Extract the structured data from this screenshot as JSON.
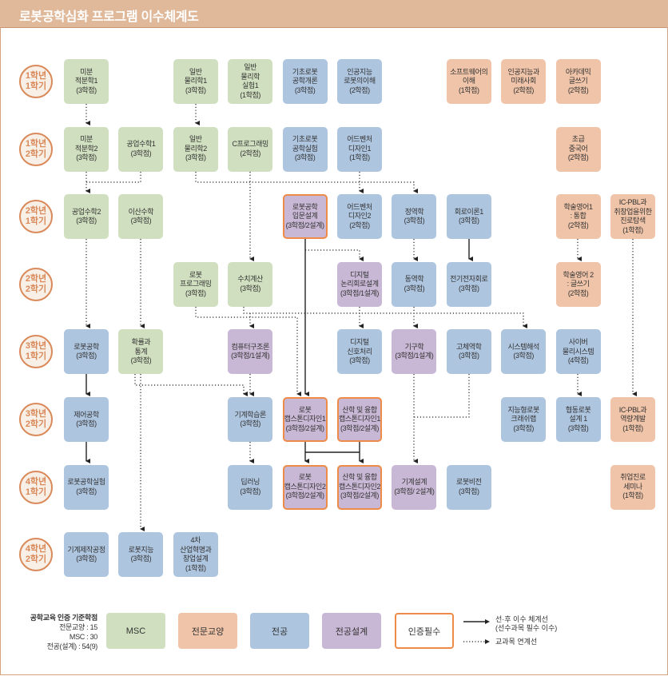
{
  "title": "로봇공학심화 프로그램 이수체계도",
  "semesters": [
    "1학년\n1학기",
    "1학년\n2학기",
    "2학년\n1학기",
    "2학년\n2학기",
    "3학년\n1학기",
    "3학년\n2학기",
    "4학년\n1학기",
    "4학년\n2학기"
  ],
  "colors": {
    "msc": "#d0dfbf",
    "liberal": "#f0c4a9",
    "major": "#aec5df",
    "design": "#c9b8d5",
    "required_border": "#ef8b48",
    "header": "#e0b89a"
  },
  "courses": [
    {
      "sem": 0,
      "title": "미분\n적분학1",
      "credit": "(3학점)",
      "cat": "msc"
    },
    {
      "sem": 0,
      "title": "일반\n물리학1",
      "credit": "(3학점)",
      "cat": "msc"
    },
    {
      "sem": 0,
      "title": "일반\n물리학\n실험1",
      "credit": "(1학점)",
      "cat": "msc"
    },
    {
      "sem": 0,
      "title": "기초로봇\n공학개론",
      "credit": "(3학점)",
      "cat": "major"
    },
    {
      "sem": 0,
      "title": "인공지능\n로봇의이해",
      "credit": "(2학점)",
      "cat": "major"
    },
    {
      "sem": 0,
      "title": "소프트웨어의\n이해",
      "credit": "(1학점)",
      "cat": "lib"
    },
    {
      "sem": 0,
      "title": "인공지능과\n미래사회",
      "credit": "(2학점)",
      "cat": "lib"
    },
    {
      "sem": 0,
      "title": "아카데믹\n글쓰기",
      "credit": "(2학점)",
      "cat": "lib"
    },
    {
      "sem": 1,
      "title": "미분\n적분학2",
      "credit": "(3학점)",
      "cat": "msc"
    },
    {
      "sem": 1,
      "title": "공업수학1",
      "credit": "(3학점)",
      "cat": "msc"
    },
    {
      "sem": 1,
      "title": "일반\n물리학2",
      "credit": "(3학점)",
      "cat": "msc"
    },
    {
      "sem": 1,
      "title": "C프로그래밍",
      "credit": "(2학점)",
      "cat": "msc"
    },
    {
      "sem": 1,
      "title": "기초로봇\n공학실험",
      "credit": "(3학점)",
      "cat": "major"
    },
    {
      "sem": 1,
      "title": "어드벤처\n디자인1",
      "credit": "(1학점)",
      "cat": "major"
    },
    {
      "sem": 1,
      "title": "초급\n중국어",
      "credit": "(2학점)",
      "cat": "lib"
    },
    {
      "sem": 2,
      "title": "공업수학2",
      "credit": "(3학점)",
      "cat": "msc"
    },
    {
      "sem": 2,
      "title": "이산수학",
      "credit": "(3학점)",
      "cat": "msc"
    },
    {
      "sem": 2,
      "title": "로봇공학\n입문설계",
      "credit": "(3학점/2설계)",
      "cat": "design",
      "required": true
    },
    {
      "sem": 2,
      "title": "어드벤처\n디자인2",
      "credit": "(2학점)",
      "cat": "major"
    },
    {
      "sem": 2,
      "title": "정역학",
      "credit": "(3학점)",
      "cat": "major"
    },
    {
      "sem": 2,
      "title": "회로이론1",
      "credit": "(3학점)",
      "cat": "major"
    },
    {
      "sem": 2,
      "title": "학술영어1\n: 통합",
      "credit": "(2학점)",
      "cat": "lib"
    },
    {
      "sem": 2,
      "title": "IC-PBL과\n취창업을위한\n진로탐색",
      "credit": "(1학점)",
      "cat": "lib"
    },
    {
      "sem": 3,
      "title": "로봇\n프로그래밍",
      "credit": "(3학점)",
      "cat": "msc"
    },
    {
      "sem": 3,
      "title": "수치계산",
      "credit": "(3학점)",
      "cat": "msc"
    },
    {
      "sem": 3,
      "title": "디지털\n논리회로설계",
      "credit": "(3학점/1설계)",
      "cat": "design"
    },
    {
      "sem": 3,
      "title": "동역학",
      "credit": "(3학점)",
      "cat": "major"
    },
    {
      "sem": 3,
      "title": "전기전자회로",
      "credit": "(3학점)",
      "cat": "major"
    },
    {
      "sem": 3,
      "title": "학술영어 2\n: 글쓰기",
      "credit": "(2학점)",
      "cat": "lib"
    },
    {
      "sem": 4,
      "title": "로봇공학",
      "credit": "(3학점)",
      "cat": "major"
    },
    {
      "sem": 4,
      "title": "확률과\n통계",
      "credit": "(3학점)",
      "cat": "msc"
    },
    {
      "sem": 4,
      "title": "컴퓨터구조론",
      "credit": "(3학점/1설계)",
      "cat": "design"
    },
    {
      "sem": 4,
      "title": "디지털\n신호처리",
      "credit": "(3학점)",
      "cat": "major"
    },
    {
      "sem": 4,
      "title": "기구학",
      "credit": "(3학점/1설계)",
      "cat": "design"
    },
    {
      "sem": 4,
      "title": "고체역학",
      "credit": "(3학점)",
      "cat": "major"
    },
    {
      "sem": 4,
      "title": "시스템해석",
      "credit": "(3학점)",
      "cat": "major"
    },
    {
      "sem": 4,
      "title": "사이버\n물리시스템",
      "credit": "(4학점)",
      "cat": "major"
    },
    {
      "sem": 5,
      "title": "제어공학",
      "credit": "(3학점)",
      "cat": "major"
    },
    {
      "sem": 5,
      "title": "기계학습론",
      "credit": "(3학점)",
      "cat": "major"
    },
    {
      "sem": 5,
      "title": "로봇\n캡스톤디자인1",
      "credit": "(3학점/2설계)",
      "cat": "design",
      "required": true
    },
    {
      "sem": 5,
      "title": "산학 및 융합\n캡스톤디자인1",
      "credit": "(3학점/2설계)",
      "cat": "design",
      "required": true
    },
    {
      "sem": 5,
      "title": "지능형로봇\n크래쉬랩",
      "credit": "(3학점)",
      "cat": "major"
    },
    {
      "sem": 5,
      "title": "협동로봇\n설계 1",
      "credit": "(3학점)",
      "cat": "major"
    },
    {
      "sem": 5,
      "title": "IC-PBL과\n역량계발",
      "credit": "(1학점)",
      "cat": "lib"
    },
    {
      "sem": 6,
      "title": "로봇공학실험",
      "credit": "(3학점)",
      "cat": "major"
    },
    {
      "sem": 6,
      "title": "딥러닝",
      "credit": "(3학점)",
      "cat": "major"
    },
    {
      "sem": 6,
      "title": "로봇\n캡스톤디자인2",
      "credit": "(3학점/2설계)",
      "cat": "design",
      "required": true
    },
    {
      "sem": 6,
      "title": "산학 및 융합\n캡스톤디자인2",
      "credit": "(3학점/2설계)",
      "cat": "design",
      "required": true
    },
    {
      "sem": 6,
      "title": "기계설계",
      "credit": "(3학점/ 2설계)",
      "cat": "design"
    },
    {
      "sem": 6,
      "title": "로봇비전",
      "credit": "(3학점)",
      "cat": "major"
    },
    {
      "sem": 6,
      "title": "취업진로\n세미나",
      "credit": "(1학점)",
      "cat": "lib"
    },
    {
      "sem": 7,
      "title": "기계제작공정",
      "credit": "(3학점)",
      "cat": "major"
    },
    {
      "sem": 7,
      "title": "로봇지능",
      "credit": "(3학점)",
      "cat": "major"
    },
    {
      "sem": 7,
      "title": "4차\n산업혁명과\n창업설계",
      "credit": "(1학점)",
      "cat": "major"
    }
  ],
  "legend": {
    "credits_title": "공학교육 인증 기준학점",
    "credits": [
      "전문교양 : 15",
      "MSC : 30",
      "전공(설계) : 54(9)"
    ],
    "msc": "MSC",
    "liberal": "전문교양",
    "major": "전공",
    "design": "전공설계",
    "required": "인증필수",
    "solid_line": "선·후 이수 체계선\n(선수과목 필수 이수)",
    "dotted_line": "교과목 연계선"
  }
}
